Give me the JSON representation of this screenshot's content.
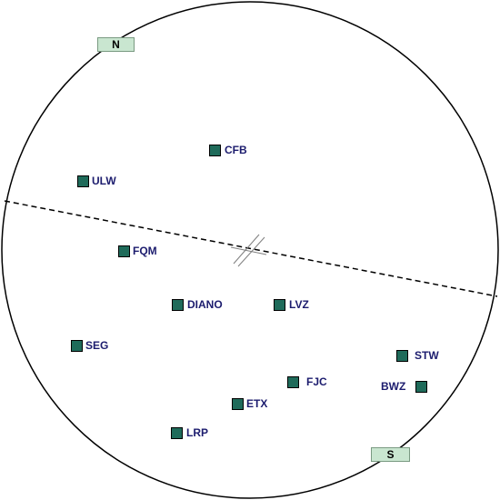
{
  "compass": {
    "north_label": "N",
    "south_label": "S"
  },
  "colors": {
    "marker_fill": "#1f6b5a",
    "label_text": "#1c1c6e",
    "tag_fill": "#c9e6d0",
    "outline": "#000000"
  },
  "stations": [
    {
      "id": "CFB",
      "label": "CFB"
    },
    {
      "id": "ULW",
      "label": "ULW"
    },
    {
      "id": "FQM",
      "label": "FQM"
    },
    {
      "id": "DIANO",
      "label": "DIANO"
    },
    {
      "id": "LVZ",
      "label": "LVZ"
    },
    {
      "id": "SEG",
      "label": "SEG"
    },
    {
      "id": "STW",
      "label": "STW"
    },
    {
      "id": "FJC",
      "label": "FJC"
    },
    {
      "id": "BWZ",
      "label": "BWZ"
    },
    {
      "id": "ETX",
      "label": "ETX"
    },
    {
      "id": "LRP",
      "label": "LRP"
    }
  ]
}
